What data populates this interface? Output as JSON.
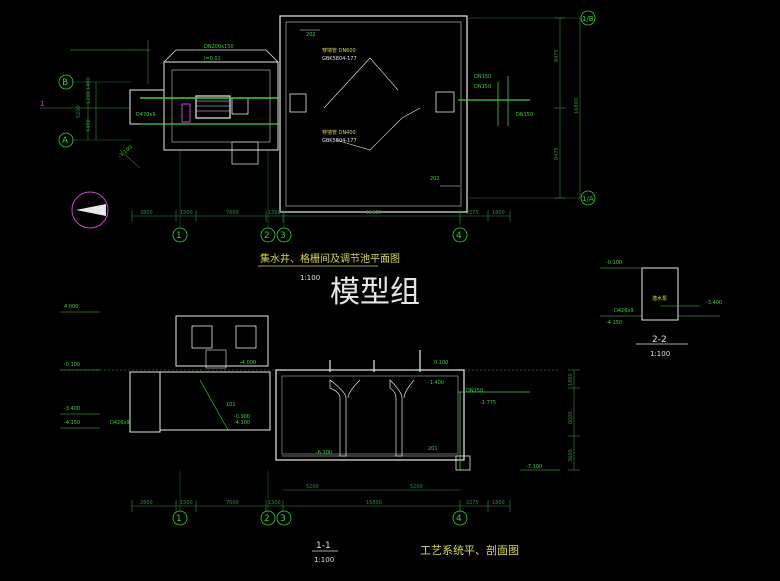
{
  "watermark": "模型组",
  "plan": {
    "title": "集水井、格栅间及调节池平面图",
    "scale": "1:100",
    "axis_labels": [
      "1",
      "2",
      "3",
      "4"
    ],
    "row_labels": [
      "B",
      "A",
      "1/B",
      "1/A"
    ],
    "section_mark": "1",
    "dims_bottom": [
      "2800",
      "1500",
      "7600",
      "1300",
      "15600",
      "2275",
      "1800"
    ],
    "dims_left": [
      "1400",
      "1200",
      "1400",
      "5200"
    ],
    "dims_right": [
      "8475",
      "16800",
      "8475"
    ],
    "labels": {
      "pipe1": "DN200x150",
      "pipe2": "i=0.01",
      "equip1": "GBK5804-177",
      "equip2": "GBK5804-177",
      "pipe_text": "穿墙管 DN600",
      "pipe_text2": "穿墙管 DN400",
      "elev_plan": "-3.100",
      "dn_a": "DN150",
      "dn_b": "DN150",
      "dn_c": "DN150",
      "tag1": "202",
      "tag2": "202",
      "tag3": "D470x9"
    }
  },
  "section_1": {
    "title": "1-1",
    "scale": "1:100",
    "axis_labels": [
      "1",
      "2",
      "3",
      "4"
    ],
    "dims_bottom": [
      "2800",
      "1500",
      "7600",
      "1300",
      "5200",
      "15600",
      "5200",
      "2275",
      "1800"
    ],
    "elevations": [
      "4.000",
      "-0.100",
      "-3.400",
      "-4.150",
      "-4.100",
      "-6.100",
      "-1.400",
      "-1.775",
      "-7.100",
      "-4.000",
      "0.100",
      "-0.900"
    ],
    "dims_right": [
      "1800",
      "6000",
      "3600"
    ],
    "labels": {
      "pipe": "D426x9",
      "dn": "DN150",
      "tag": "101",
      "tag2": "201"
    }
  },
  "section_2": {
    "title": "2-2",
    "scale": "1:100",
    "elevations": [
      "-0.100",
      "-4.150",
      "-3.400"
    ],
    "labels": {
      "pipe": "D426x9",
      "pump": "潜水泵"
    }
  },
  "sheet_title": "工艺系统平、剖面图"
}
